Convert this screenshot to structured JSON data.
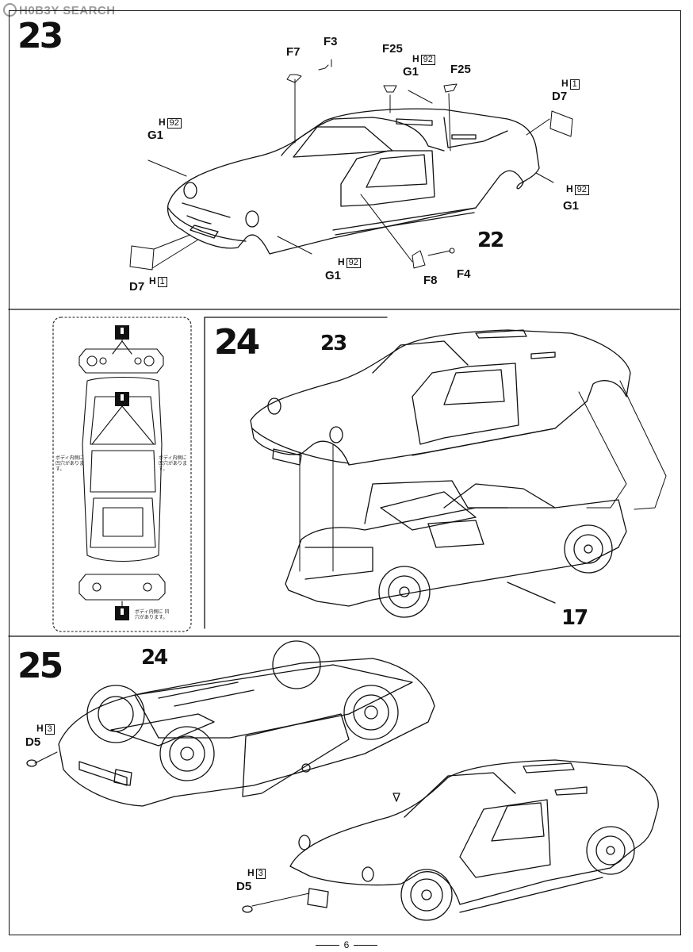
{
  "watermark": "H0B3Y SEARCH",
  "page_number": "6",
  "steps": {
    "s23": {
      "number": "23",
      "labels": {
        "f7": "F7",
        "f3": "F3",
        "f25_a": "F25",
        "f25_b": "F25",
        "g1_top": "G1",
        "g1_left": "G1",
        "g1_right": "G1",
        "g1_bottom": "G1",
        "d7_right": "D7",
        "d7_left": "D7",
        "f8": "F8",
        "f4": "F4",
        "part": "22"
      },
      "colors": {
        "h92_top": "92",
        "h92_left": "92",
        "h92_right": "92",
        "h92_bottom": "92",
        "h1_right": "1",
        "h1_left": "1"
      }
    },
    "s24": {
      "number": "24",
      "labels": {
        "body": "23",
        "chassis": "17"
      },
      "notes": {
        "left": "ボディ内側に 凹穴があります。",
        "right": "ボディ内側に 凹穴があります。",
        "bottom": "ボディ内側に 凹穴があります。"
      }
    },
    "s25": {
      "number": "25",
      "labels": {
        "assembly": "24",
        "d5_a": "D5",
        "d5_b": "D5"
      },
      "colors": {
        "h3_a": "3",
        "h3_b": "3"
      }
    }
  },
  "color_prefix": "H",
  "icons": [
    "glue-warning-icon"
  ]
}
